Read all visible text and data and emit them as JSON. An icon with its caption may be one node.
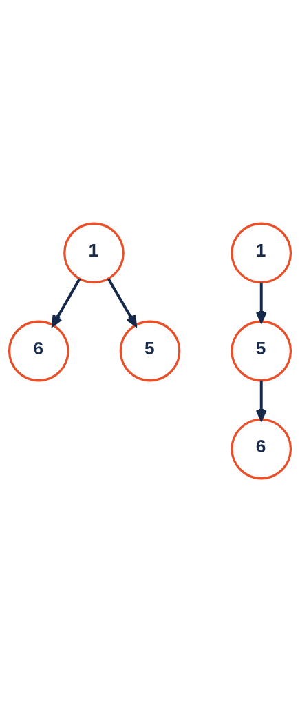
{
  "diagram": {
    "nodes": [
      {
        "text": [
          "1"
        ]
      },
      {
        "text": [
          "6"
        ]
      },
      {
        "text": [
          "5"
        ]
      },
      {
        "text": [
          "1"
        ]
      },
      {
        "text": [
          "5"
        ]
      },
      {
        "text": [
          "6"
        ]
      }
    ],
    "edges": [
      {
        "from": 0,
        "to": 1,
        "arrow": "to"
      },
      {
        "from": 0,
        "to": 2,
        "arrow": "to"
      },
      {
        "from": 3,
        "to": 4,
        "arrow": "to"
      },
      {
        "from": 4,
        "to": 5,
        "arrow": "to"
      }
    ]
  }
}
